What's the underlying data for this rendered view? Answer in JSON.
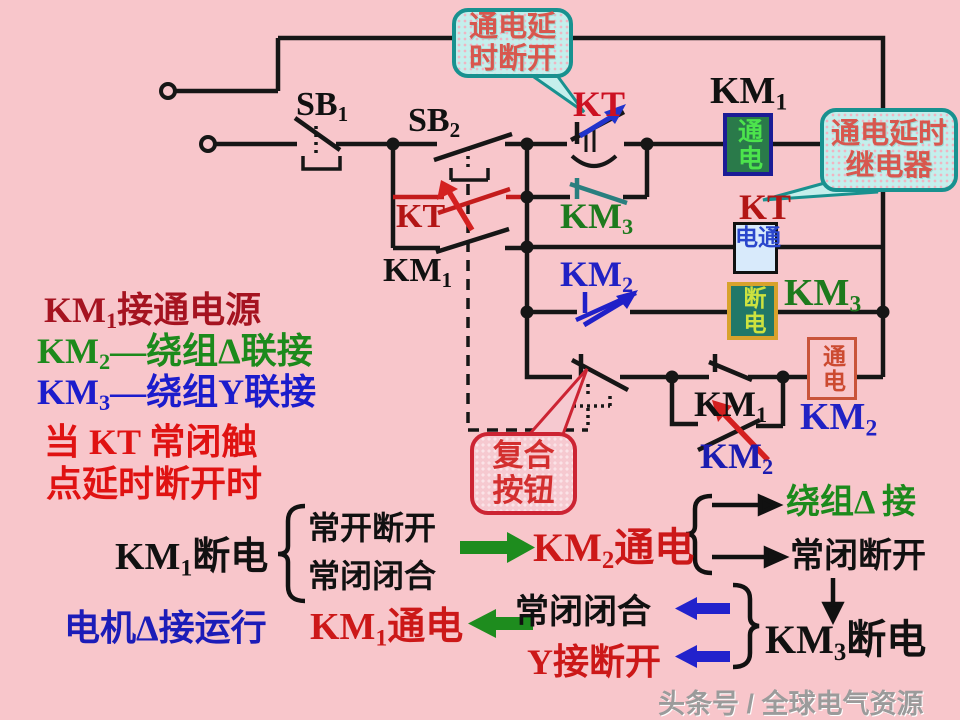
{
  "colors": {
    "background": "#f8c6cb",
    "wire": "#161616",
    "red_accent": "#c41c1c",
    "green_accent": "#1c8a1c",
    "blue_accent": "#2121c4",
    "teal_accent": "#2a7f7f",
    "callout_teal_border": "#18918f",
    "callout_teal_fill": "#c4efec",
    "callout_red_border": "#cc2433",
    "km1_coil_fill": "#2a7a4a",
    "km1_coil_text": "#4ce44c",
    "kt_coil_fill": "#d8eafb",
    "kt_coil_text": "#2a46cc",
    "km3_coil_fill": "#217868",
    "km3_coil_text": "#cde23f",
    "km2_coil_text": "#cc4a30"
  },
  "schematic": {
    "sb1": {
      "base": "SB",
      "sub": "1"
    },
    "sb2": {
      "base": "SB",
      "sub": "2"
    },
    "kt_delay_label": "KT",
    "kt_nc_label": "KT",
    "km1_no_label": {
      "base": "KM",
      "sub": "1"
    },
    "km3_nc_label": {
      "base": "KM",
      "sub": "3"
    },
    "km2_nc_label": {
      "base": "KM",
      "sub": "2"
    },
    "km1_aux_label": {
      "base": "KM",
      "sub": "1"
    },
    "km2_aux_label": {
      "base": "KM",
      "sub": "2"
    },
    "coils": {
      "km1": {
        "label": {
          "base": "KM",
          "sub": "1"
        },
        "state": "通电"
      },
      "kt": {
        "label": "KT",
        "state": "通电"
      },
      "km3": {
        "label": {
          "base": "KM",
          "sub": "3"
        },
        "state": "断电"
      },
      "km2": {
        "label": {
          "base": "KM",
          "sub": "2"
        },
        "state": "通电"
      }
    }
  },
  "callouts": {
    "delay_open": {
      "line1": "通电延",
      "line2": "时断开"
    },
    "delay_relay": {
      "line1": "通电延时",
      "line2": "继电器"
    },
    "compound_btn": {
      "line1": "复合",
      "line2": "按钮"
    }
  },
  "legend": {
    "line1": {
      "base": "KM",
      "sub": "1",
      "rest": "接通电源"
    },
    "line2": {
      "base": "KM",
      "sub": "2",
      "rest": "—绕组Δ联接"
    },
    "line3": {
      "base": "KM",
      "sub": "3",
      "rest": "—绕组Y联接"
    },
    "line4": "当 KT 常闭触",
    "line5": "点延时断开时"
  },
  "flow": {
    "km1_off": {
      "base": "KM",
      "sub": "1",
      "rest": "断电"
    },
    "open_break": "常开断开",
    "close_make": "常闭闭合",
    "km2_on": {
      "base": "KM",
      "sub": "2",
      "rest": "通电"
    },
    "winding_delta": "绕组Δ 接",
    "nc_break": "常闭断开",
    "km3_off": {
      "base": "KM",
      "sub": "3",
      "rest": "断电"
    },
    "nc_make": "常闭闭合",
    "y_break": "Y接断开",
    "km1_on": {
      "base": "KM",
      "sub": "1",
      "rest": "通电"
    },
    "motor_delta": "电机Δ接运行"
  },
  "watermark": "头条号 / 全球电气资源"
}
